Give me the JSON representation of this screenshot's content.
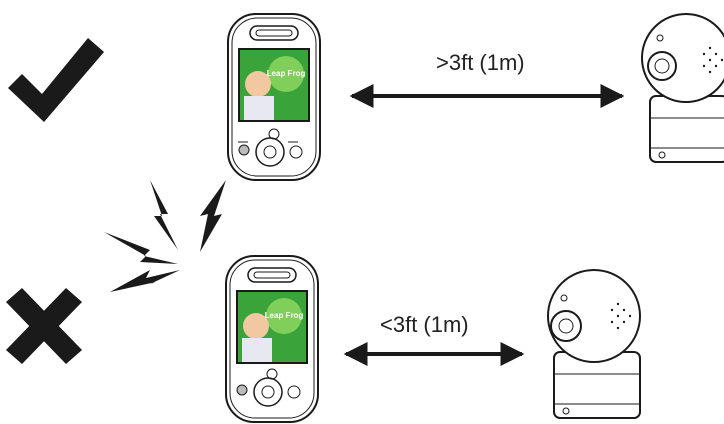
{
  "top_row": {
    "status_icon": "checkmark-icon",
    "distance_label": ">3ft (1m)",
    "arrow_icon": "double-arrow-icon"
  },
  "bottom_row": {
    "status_icon": "cross-icon",
    "interference_icon": "lightning-bolt-icon",
    "distance_label": "<3ft (1m)",
    "arrow_icon": "double-arrow-icon"
  },
  "parent_unit": {
    "brand_logo_text": "Leap Frog",
    "icon": "parent-unit-icon"
  },
  "camera": {
    "icon": "camera-icon"
  },
  "colors": {
    "ink": "#1a1a1a",
    "screen_green": "#3aa33a",
    "screen_light": "#7fcf5a",
    "skin": "#f2c8a0"
  }
}
